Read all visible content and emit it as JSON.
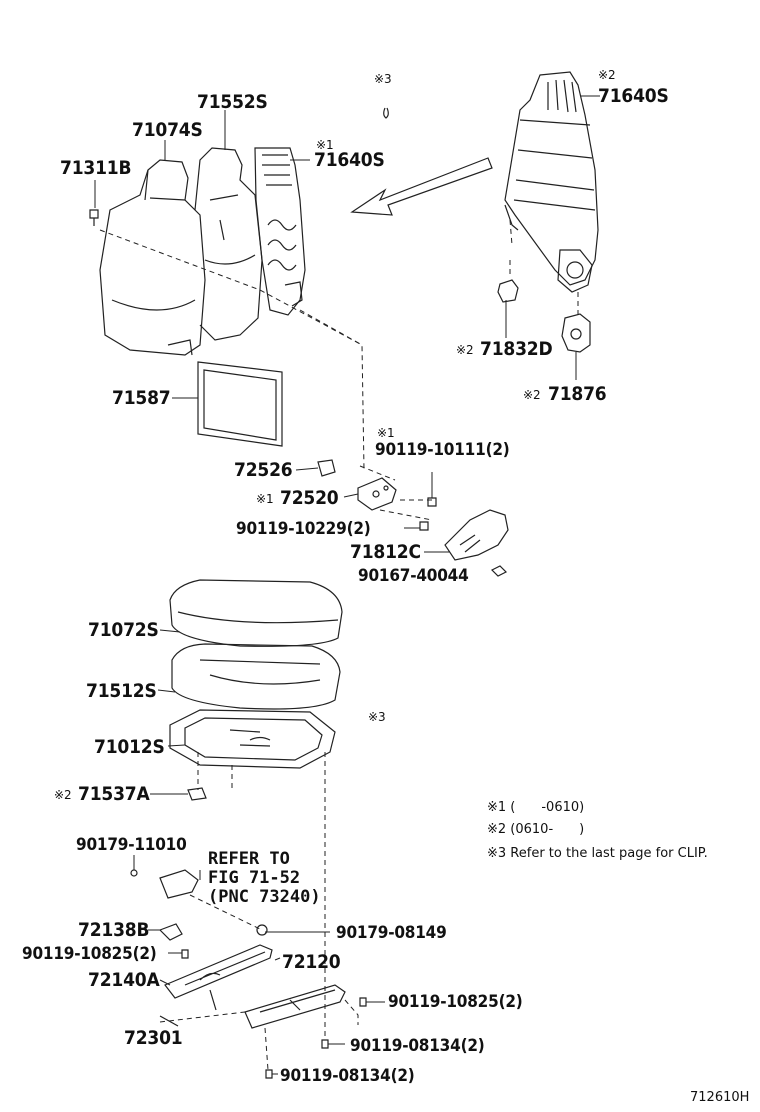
{
  "parts": {
    "p71552S": "71552S",
    "p71074S": "71074S",
    "p71311B": "71311B",
    "p71640S_a": "71640S",
    "p71640S_b": "71640S",
    "p71832D": "71832D",
    "p71876": "71876",
    "p71587": "71587",
    "p72526": "72526",
    "p72520": "72520",
    "p90119_10111": "90119-10111(2)",
    "p90119_10229": "90119-10229(2)",
    "p71812C": "71812C",
    "p90167_40044": "90167-40044",
    "p71072S": "71072S",
    "p71512S": "71512S",
    "p71012S": "71012S",
    "p71537A": "71537A",
    "p90179_11010": "90179-11010",
    "p72138B": "72138B",
    "p90179_08149": "90179-08149",
    "p90119_10825_a": "90119-10825(2)",
    "p72120": "72120",
    "p72140A": "72140A",
    "p90119_10825_b": "90119-10825(2)",
    "p72301": "72301",
    "p90119_08134_a": "90119-08134(2)",
    "p90119_08134_b": "90119-08134(2)"
  },
  "marks": {
    "m3_top": "※3",
    "m3_mid": "※3",
    "m2_top": "※2",
    "m1_back": "※1",
    "m2_71832D": "※2",
    "m2_71876": "※2",
    "m1_90119": "※1",
    "m1_72520": "※1",
    "m2_71537A": "※2"
  },
  "refer": {
    "line1": "REFER TO",
    "line2": "FIG 71-52",
    "line3": "(PNC 73240)"
  },
  "notes": {
    "n1": "※1 (　　-0610)",
    "n2": "※2 (0610-　　)",
    "n3": "※3 Refer to the last page for CLIP."
  },
  "figure_id": "712610H"
}
